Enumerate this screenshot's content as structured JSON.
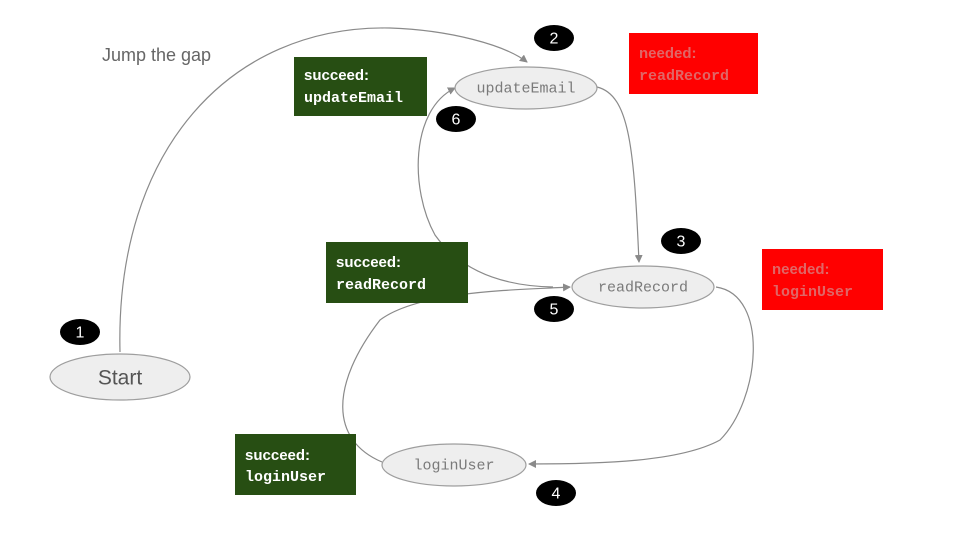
{
  "caption": "Jump the gap",
  "nodes": {
    "start": "Start",
    "update_email": "updateEmail",
    "read_record": "readRecord",
    "login_user": "loginUser"
  },
  "badges": [
    "1",
    "2",
    "3",
    "4",
    "5",
    "6"
  ],
  "notes": {
    "succeed_update_email": {
      "line1": "succeed:",
      "line2": "updateEmail"
    },
    "succeed_read_record": {
      "line1": "succeed:",
      "line2": "readRecord"
    },
    "succeed_login_user": {
      "line1": "succeed:",
      "line2": "loginUser"
    },
    "needed_read_record": {
      "line1": "needed:",
      "line2": "readRecord"
    },
    "needed_login_user": {
      "line1": "needed:",
      "line2": "loginUser"
    }
  },
  "colors": {
    "succeed_box": "#274e13",
    "needed_box": "#ff0000",
    "needed_text": "#e06666",
    "node_fill": "#eeeeee",
    "badge_fill": "#000000"
  }
}
